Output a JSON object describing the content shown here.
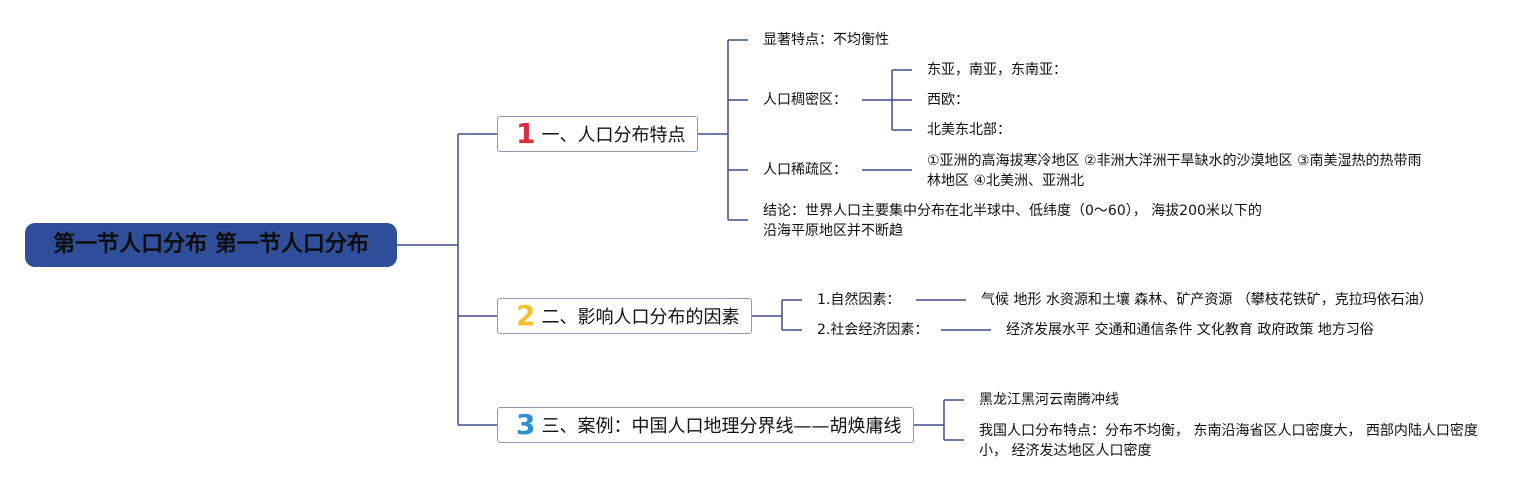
{
  "colors": {
    "line": "#3c4f8f",
    "root_bg": "#2f4f9a",
    "n1": "#d9303f",
    "n2": "#f2c22e",
    "n3": "#2b8fd6"
  },
  "root": {
    "title": "第一节人口分布 第一节人口分布"
  },
  "branches": [
    {
      "number": "1",
      "label": "一、人口分布特点",
      "children": [
        {
          "label": "显著特点：不均衡性"
        },
        {
          "label": "人口稠密区：",
          "children": [
            "东亚，南亚，东南亚：",
            "西欧：",
            "北美东北部："
          ]
        },
        {
          "label": "人口稀疏区：",
          "detail": "①亚洲的高海拔寒冷地区 ②非洲大洋洲干旱缺水的沙漠地区 ③南美湿热的热带雨林地区 ④北美洲、亚洲北"
        },
        {
          "label": "结论：世界人口主要集中分布在北半球中、低纬度（0～60），  海拔200米以下的沿海平原地区并不断趋"
        }
      ]
    },
    {
      "number": "2",
      "label": "二、影响人口分布的因素",
      "children": [
        {
          "label": "1.自然因素：",
          "detail": "气候 地形 水资源和土壤 森林、矿产资源 （攀枝花铁矿，克拉玛依石油）"
        },
        {
          "label": "2.社会经济因素：",
          "detail": "经济发展水平 交通和通信条件 文化教育 政府政策 地方习俗"
        }
      ]
    },
    {
      "number": "3",
      "label": "三、案例：中国人口地理分界线——胡焕庸线",
      "children": [
        {
          "label": "黑龙江黑河云南腾冲线"
        },
        {
          "label": "我国人口分布特点：分布不均衡，  东南沿海省区人口密度大，  西部内陆人口密度小，  经济发达地区人口密度"
        }
      ]
    }
  ]
}
